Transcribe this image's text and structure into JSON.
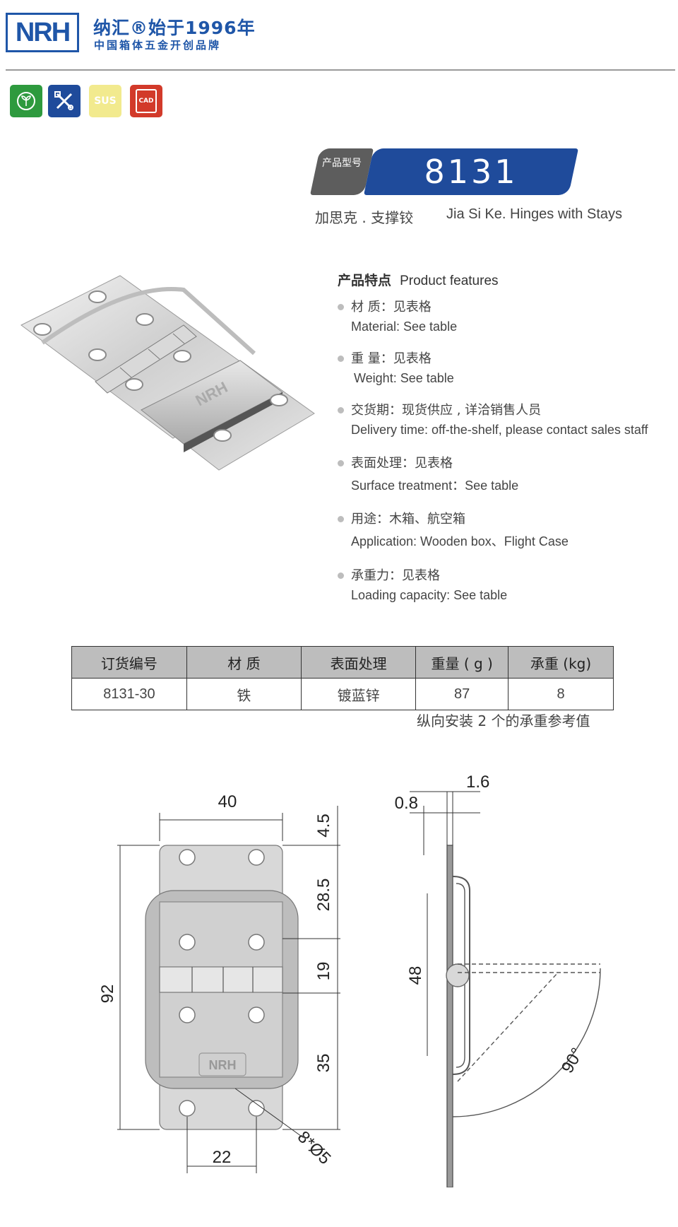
{
  "brand": {
    "logo": "NRH",
    "title": "纳汇®始于1996年",
    "subtitle": "中国箱体五金开创品牌"
  },
  "badges": [
    {
      "name": "eco-badge",
      "color": "#2e9a3e",
      "text": ""
    },
    {
      "name": "tools-badge",
      "color": "#1f4b9b",
      "text": ""
    },
    {
      "name": "sus-badge",
      "color": "#f2ea8e",
      "text": "SUS"
    },
    {
      "name": "cad-badge",
      "color": "#d23a2a",
      "text": "CAD"
    }
  ],
  "product": {
    "number_label": "产品型号",
    "number": "8131",
    "name_cn": "加思克 . 支撑铰",
    "name_en": "Jia Si Ke. Hinges with Stays"
  },
  "features": {
    "heading_cn": "产品特点",
    "heading_en": "Product features",
    "items": [
      {
        "cn": "材  质：见表格",
        "en": "Material: See table"
      },
      {
        "cn": "重  量：见表格",
        "en": "Weight: See table"
      },
      {
        "cn": "交货期：现货供应 , 详洽销售人员",
        "en": "Delivery time: off-the-shelf, please contact sales staff"
      },
      {
        "cn": "表面处理：见表格",
        "en": "Surface treatment：See table"
      },
      {
        "cn": "用途：木箱、航空箱",
        "en": "Application: Wooden box、Flight Case"
      },
      {
        "cn": "承重力：见表格",
        "en": "Loading capacity: See table"
      }
    ]
  },
  "table": {
    "headers": [
      "订货编号",
      "材    质",
      "表面处理",
      "重量 ( g )",
      "承重 (kg)"
    ],
    "rows": [
      [
        "8131-30",
        "铁",
        "镀蓝锌",
        "87",
        "8"
      ]
    ],
    "note": "纵向安装 2 个的承重参考值"
  },
  "drawing": {
    "width": "40",
    "height": "92",
    "seg1": "4.5",
    "seg2": "28.5",
    "seg3": "19",
    "seg4": "35",
    "hole_spacing": "22",
    "holes": "8*Ø5",
    "thick1": "0.8",
    "thick2": "1.6",
    "side_height": "48",
    "angle": "90°",
    "stamp": "NRH"
  },
  "colors": {
    "brand_blue": "#1f4b9b",
    "tag_grey": "#5d5d5d",
    "table_header": "#bdbdbd"
  }
}
